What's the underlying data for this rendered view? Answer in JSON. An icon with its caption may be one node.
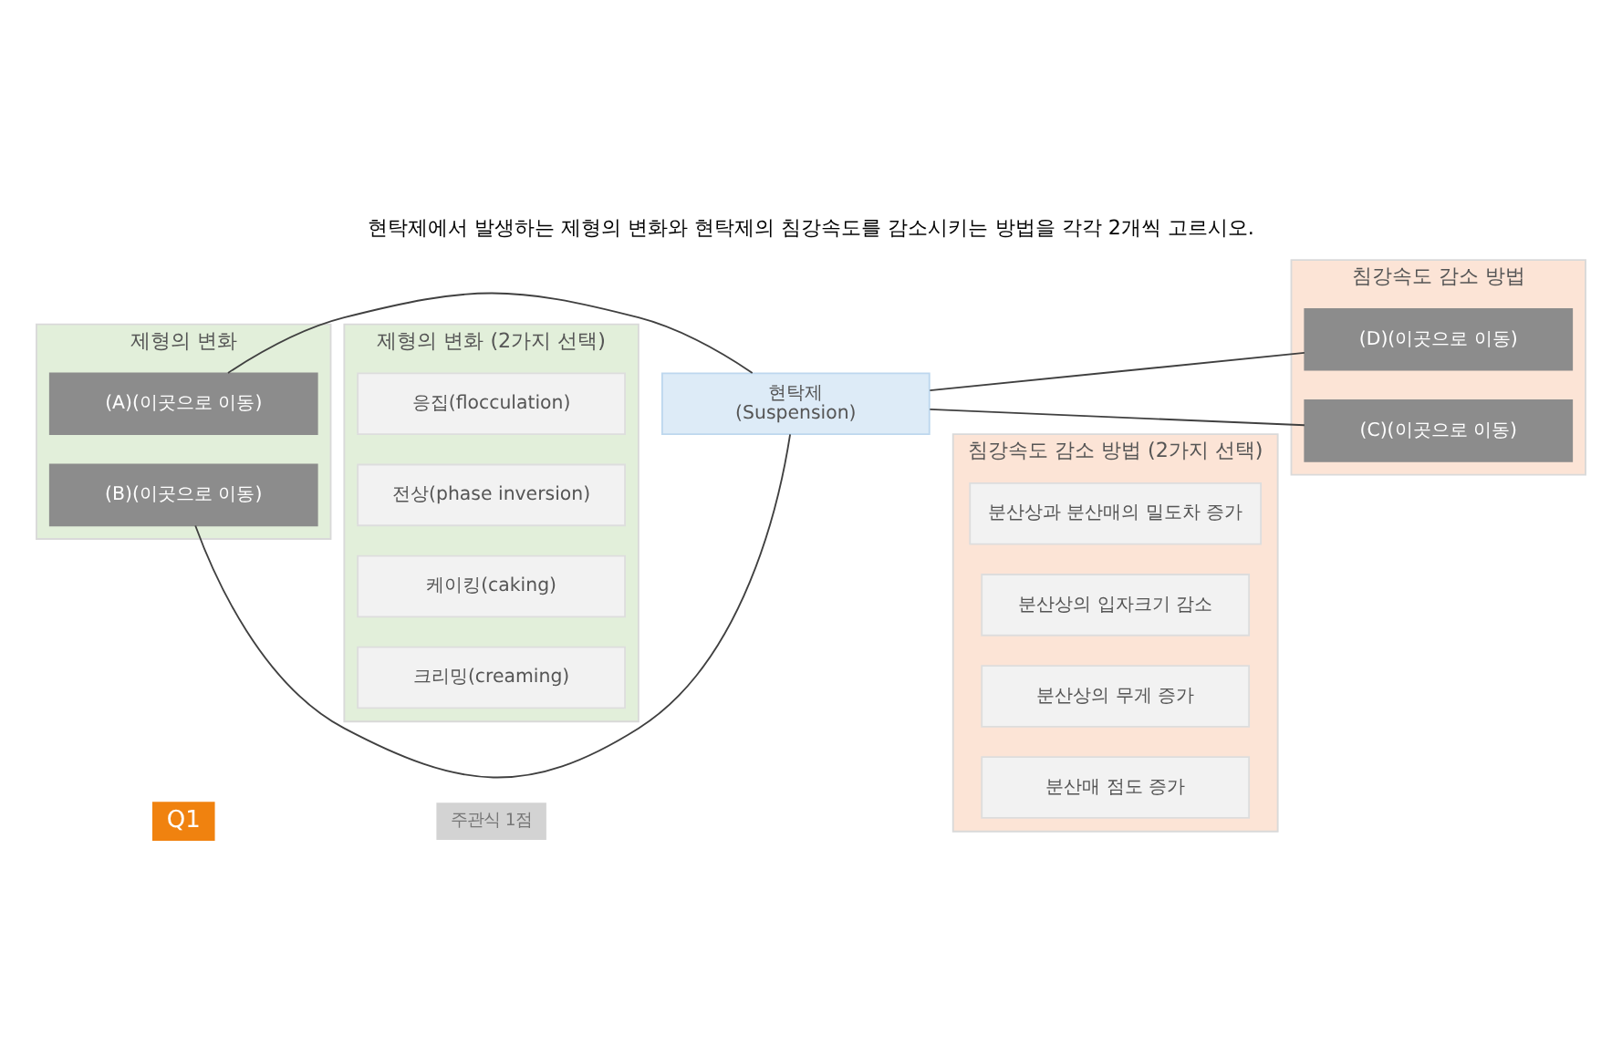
{
  "diagram": {
    "title": "현탁제에서 발생하는 제형의 변화와 현탁제의 침강속도를 감소시키는 방법을 각각 2개씩 고르시오.",
    "nodes": [
      {
        "text": [
          "제형의 변화"
        ]
      },
      {
        "text": [
          "(A)(이곳으로 이동)"
        ],
        "in": 0
      },
      {
        "text": [
          "(B)(이곳으로 이동)"
        ],
        "in": 0
      },
      {
        "text": [
          "현탁제",
          "(Suspension)"
        ]
      },
      {
        "text": [
          "침강속도 감소 방법"
        ]
      },
      {
        "text": [
          "(C)(이곳으로 이동)"
        ],
        "in": 4
      },
      {
        "text": [
          "(D)(이곳으로 이동)"
        ],
        "in": 4
      },
      {
        "text": [
          "제형의 변화 (2가지 선택)"
        ]
      },
      {
        "text": [
          "응집(flocculation)"
        ],
        "in": 7
      },
      {
        "text": [
          "전상(phase inversion)"
        ],
        "in": 7
      },
      {
        "text": [
          "케이킹(caking)"
        ],
        "in": 7
      },
      {
        "text": [
          "크리밍(creaming)"
        ],
        "in": 7
      },
      {
        "text": [
          "침강속도 감소 방법 (2가지 선택)"
        ]
      },
      {
        "text": [
          "분산상과 분산매의 밀도차 증가"
        ],
        "in": 12
      },
      {
        "text": [
          "분산상의 입자크기 감소"
        ],
        "in": 12
      },
      {
        "text": [
          "분산상의 무게 증가"
        ],
        "in": 12
      },
      {
        "text": [
          "분산매 점도 증가"
        ],
        "in": 12
      }
    ],
    "edges": [
      {
        "from": 1,
        "to": 3,
        "arrow": "none"
      },
      {
        "from": 2,
        "to": 3,
        "arrow": "none"
      },
      {
        "from": 3,
        "to": 5,
        "arrow": "none"
      },
      {
        "from": 3,
        "to": 6,
        "arrow": "none"
      }
    ],
    "labels": [
      "Q1",
      "주관식 1점"
    ]
  }
}
